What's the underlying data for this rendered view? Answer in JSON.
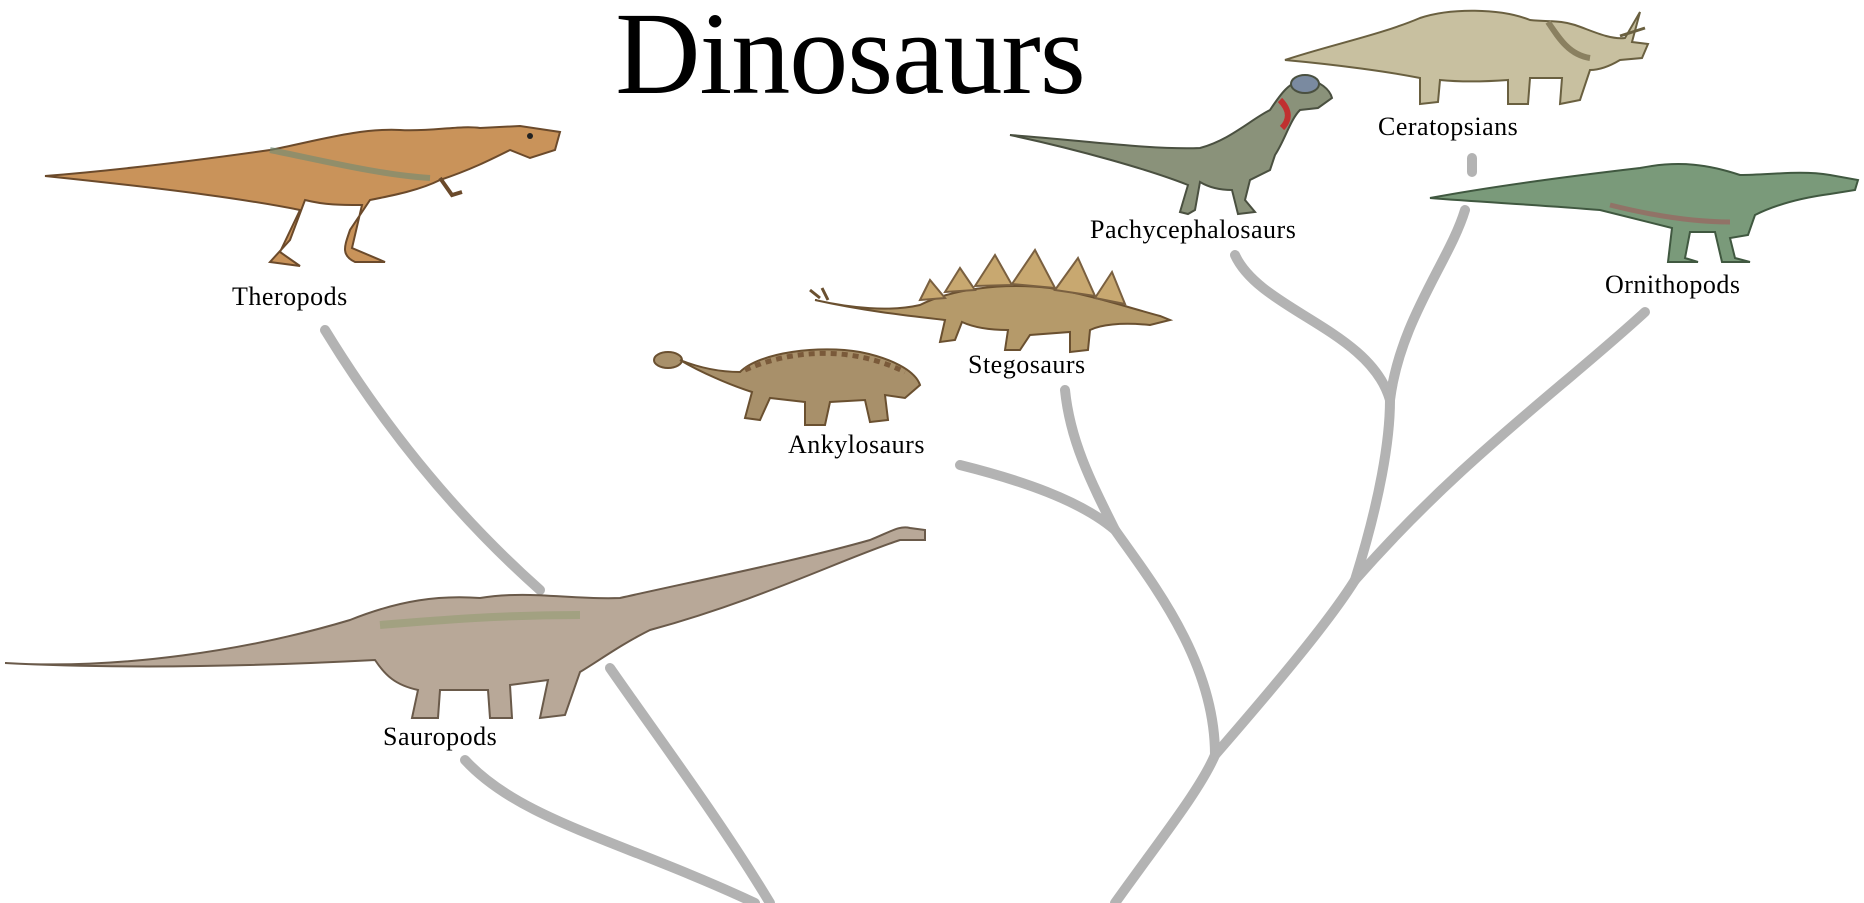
{
  "title": "Dinosaurs",
  "colors": {
    "branch": "#b3b3b3",
    "text": "#000000",
    "background": "#ffffff"
  },
  "clades": [
    {
      "id": "theropods",
      "label": "Theropods",
      "icon": "t-rex-illustration",
      "body_color": "#c9935a",
      "accent_color": "#6c8b74"
    },
    {
      "id": "sauropods",
      "label": "Sauropods",
      "icon": "long-neck-sauropod-illustration",
      "body_color": "#b8a898",
      "accent_color": "#8b9a6a"
    },
    {
      "id": "ankylosaurs",
      "label": "Ankylosaurs",
      "icon": "ankylosaur-illustration",
      "body_color": "#a8906a",
      "accent_color": "#7a5a3a"
    },
    {
      "id": "stegosaurs",
      "label": "Stegosaurs",
      "icon": "stegosaurus-illustration",
      "body_color": "#b59a6a",
      "accent_color": "#7a6040"
    },
    {
      "id": "pachycephalosaurs",
      "label": "Pachycephalosaurs",
      "icon": "pachycephalosaur-illustration",
      "body_color": "#8a927a",
      "accent_color": "#c03030"
    },
    {
      "id": "ceratopsians",
      "label": "Ceratopsians",
      "icon": "triceratops-illustration",
      "body_color": "#c8c0a0",
      "accent_color": "#8a8060"
    },
    {
      "id": "ornithopods",
      "label": "Ornithopods",
      "icon": "iguanodon-illustration",
      "body_color": "#7a9a7a",
      "accent_color": "#a05a5a"
    }
  ]
}
